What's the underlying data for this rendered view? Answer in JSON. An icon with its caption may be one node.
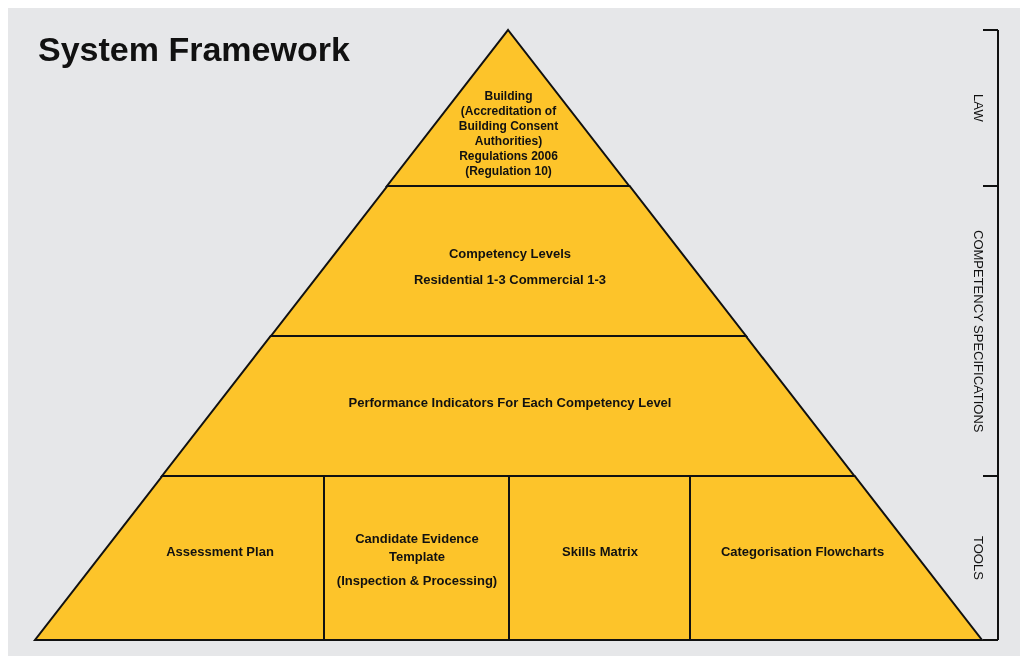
{
  "diagram": {
    "title": "System Framework",
    "nodes": [
      {
        "text": [
          "Building (Accreditation of Building Consent Authorities) Regulations 2006 (Regulation 10)"
        ]
      },
      {
        "text": [
          "Competency Levels",
          "Residential 1-3 Commercial 1-3"
        ]
      },
      {
        "text": [
          "Performance Indicators For Each Competency Level"
        ]
      },
      {
        "text": [
          "Assessment Plan"
        ]
      },
      {
        "text": [
          "Candidate Evidence Template",
          "(Inspection & Processing)"
        ]
      },
      {
        "text": [
          "Skills Matrix"
        ]
      },
      {
        "text": [
          "Categorisation Flowcharts"
        ]
      }
    ],
    "labels": [
      "LAW",
      "COMPETENCY SPECIFICATIONS",
      "TOOLS"
    ]
  }
}
